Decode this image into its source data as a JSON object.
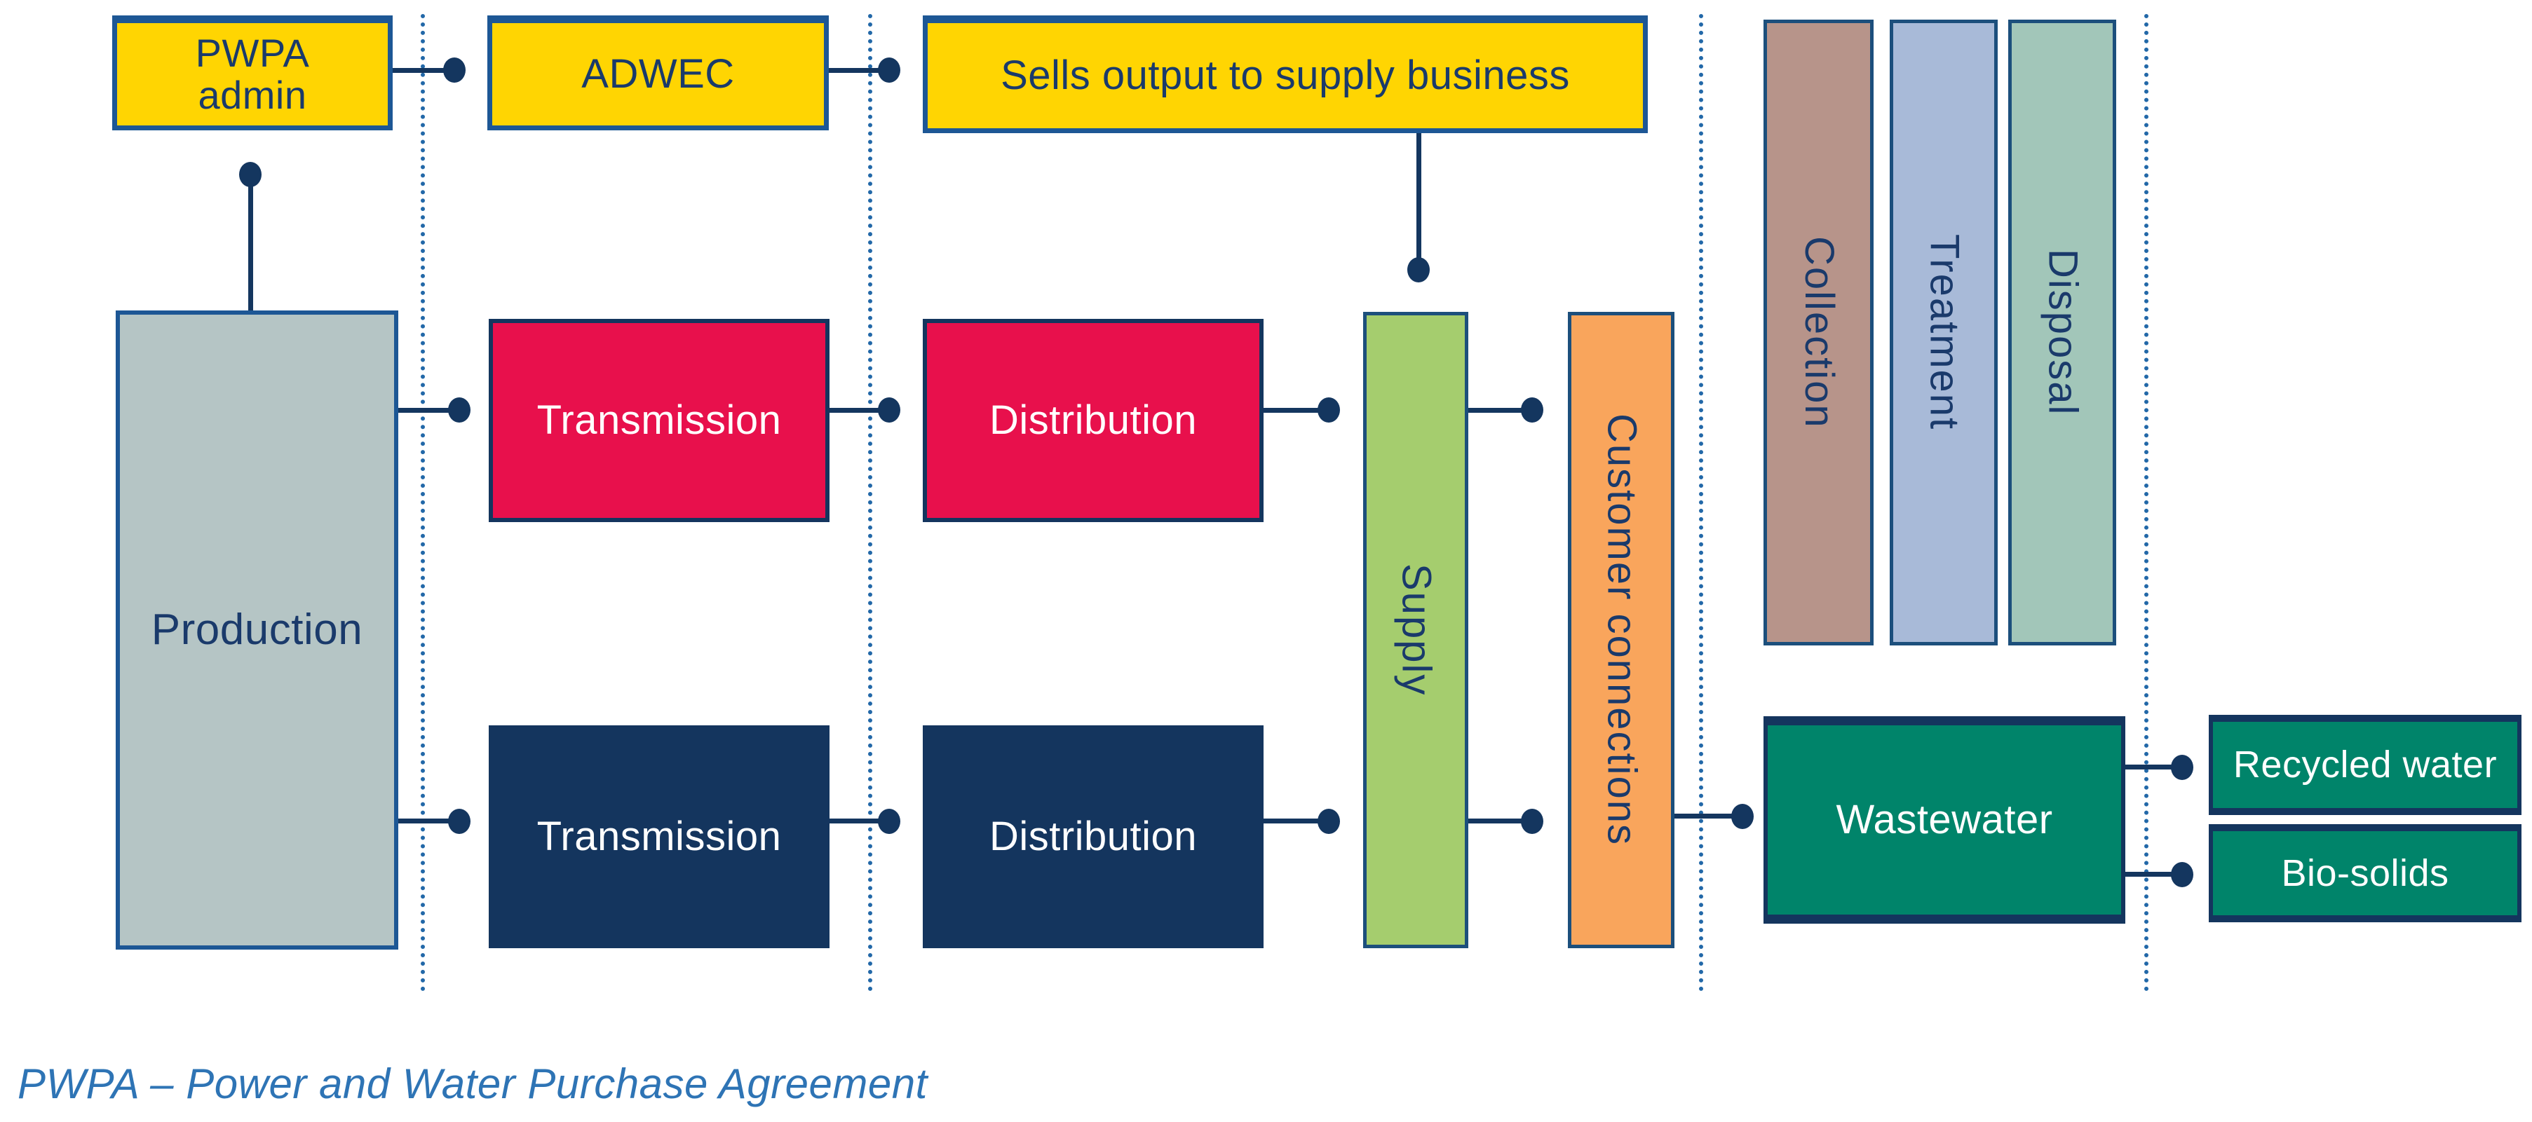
{
  "nodes": {
    "pwpa_admin": {
      "label": "PWPA\nadmin"
    },
    "adwec": {
      "label": "ADWEC"
    },
    "sells_output": {
      "label": "Sells output to supply business"
    },
    "production": {
      "label": "Production"
    },
    "power_transmission": {
      "label": "Transmission"
    },
    "power_distribution": {
      "label": "Distribution"
    },
    "water_transmission": {
      "label": "Transmission"
    },
    "water_distribution": {
      "label": "Distribution"
    },
    "supply": {
      "label": "Supply"
    },
    "customer_connections": {
      "label": "Customer connections"
    },
    "collection": {
      "label": "Collection"
    },
    "treatment": {
      "label": "Treatment"
    },
    "disposal": {
      "label": "Disposal"
    },
    "wastewater": {
      "label": "Wastewater"
    },
    "recycled_water": {
      "label": "Recycled water"
    },
    "bio_solids": {
      "label": "Bio-solids"
    }
  },
  "caption": "PWPA – Power and Water Purchase Agreement",
  "colors": {
    "yellow": "#FFD502",
    "red": "#E8104C",
    "navy_box": "#14355E",
    "grey_box": "#B5C5C5",
    "green_supply": "#A5CD6E",
    "orange_box": "#F9A55C",
    "tan_box": "#B7948A",
    "blue_box": "#A8BAD8",
    "teal_box": "#A2C6B9",
    "green_dark": "#00846A",
    "line": "#14365F",
    "dotted": "#2268A8",
    "border_blue": "#1D5795",
    "border_dark": "#1C4F7C",
    "text_navy": "#1A3A6B",
    "caption_color": "#2E74B5"
  }
}
